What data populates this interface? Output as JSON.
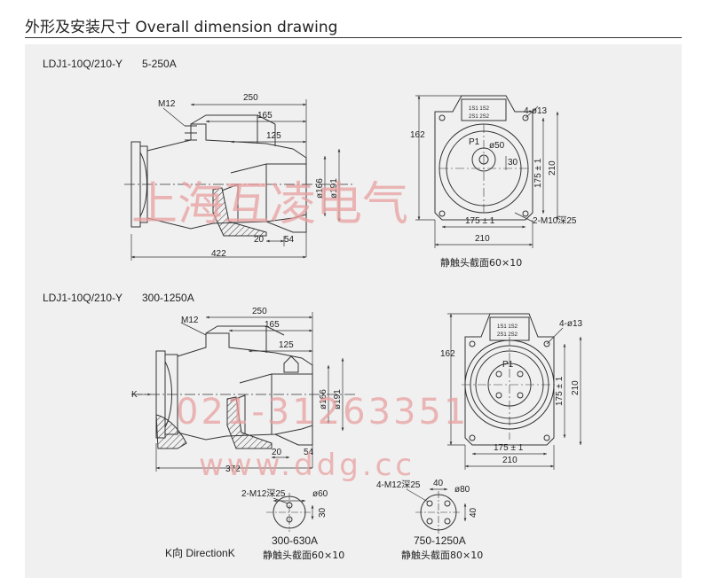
{
  "header": {
    "title": "外形及安装尺寸  Overall dimension drawing"
  },
  "drawing1": {
    "model": "LDJ1-10Q/210-Y",
    "range": "5-250A",
    "side_dims": {
      "d250": "250",
      "d165": "165",
      "d125": "125",
      "d20": "20",
      "d54": "54",
      "d422": "422",
      "m12": "M12",
      "dia166": "ø166",
      "dia191": "ø191"
    },
    "front_dims": {
      "d162": "162",
      "holes": "4-ø13",
      "p1": "P1",
      "dia50": "ø50",
      "d30": "30",
      "d175v": "175 ± 1",
      "d210v": "210",
      "d175h": "175 ± 1",
      "m10": "2-M10深25",
      "d210h": "210",
      "term1": "1S1 1S2",
      "term2": "2S1 2S2"
    },
    "caption": "静触头截面60×10"
  },
  "drawing2": {
    "model": "LDJ1-10Q/210-Y",
    "range": "300-1250A",
    "side_dims": {
      "d250": "250",
      "d165": "165",
      "d125": "125",
      "d20": "20",
      "d54": "54",
      "d372": "372",
      "m12": "M12",
      "dia166": "ø166",
      "dia191": "ø191",
      "k": "K"
    },
    "front_dims": {
      "d162": "162",
      "holes": "4-ø13",
      "p1": "P1",
      "d175v": "175 ± 1",
      "d210v": "210",
      "d175h": "175 ± 1",
      "d210h": "210",
      "term1": "1S1 1S2",
      "term2": "2S1 2S2"
    }
  },
  "direction_k": {
    "label": "K向 DirectionK",
    "view_a": {
      "holes": "2-M12深25",
      "dia": "ø60",
      "d30": "30",
      "rating": "300-630A",
      "caption": "静触头截面60×10"
    },
    "view_b": {
      "holes": "4-M12深25",
      "d40a": "40",
      "d40b": "40",
      "dia": "ø80",
      "rating": "750-1250A",
      "caption": "静触头截面80×10"
    }
  },
  "watermark": {
    "company": "上海互凌电气",
    "phone": "021-31263351",
    "site": "www.ddg.cc"
  },
  "colors": {
    "line": "#333333",
    "watermark": "#e8a0a0",
    "panel": "#f0f0f0"
  }
}
